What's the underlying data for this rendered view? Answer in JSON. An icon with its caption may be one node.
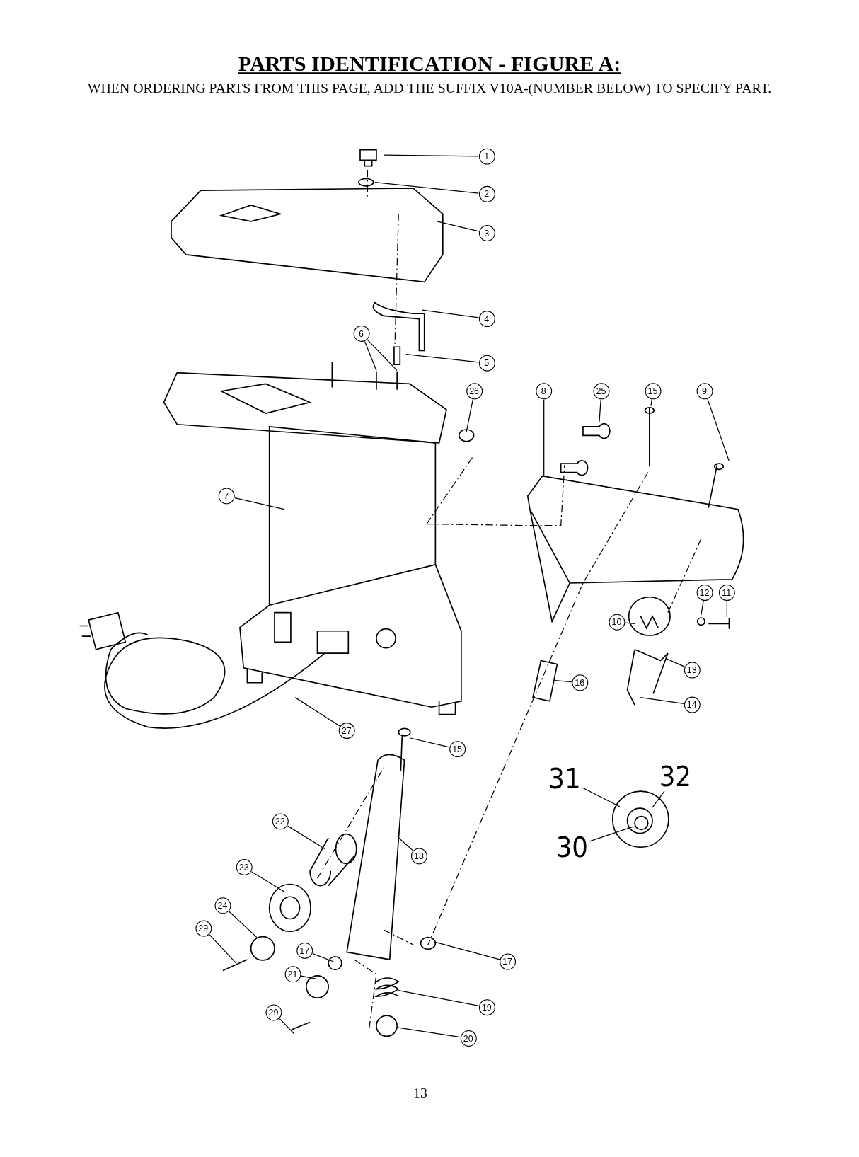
{
  "diagram": {
    "title": "PARTS IDENTIFICATION - FIGURE A:",
    "nodes": [
      {
        "text": [
          "1"
        ]
      },
      {
        "text": [
          "2"
        ]
      },
      {
        "text": [
          "3"
        ]
      },
      {
        "text": [
          "4"
        ]
      },
      {
        "text": [
          "6"
        ]
      },
      {
        "text": [
          "5"
        ]
      },
      {
        "text": [
          "26"
        ]
      },
      {
        "text": [
          "8"
        ]
      },
      {
        "text": [
          "25"
        ]
      },
      {
        "text": [
          "15"
        ]
      },
      {
        "text": [
          "9"
        ]
      },
      {
        "text": [
          "7"
        ]
      },
      {
        "text": [
          "12"
        ]
      },
      {
        "text": [
          "11"
        ]
      },
      {
        "text": [
          "10"
        ]
      },
      {
        "text": [
          "13"
        ]
      },
      {
        "text": [
          "16"
        ]
      },
      {
        "text": [
          "14"
        ]
      },
      {
        "text": [
          "27"
        ]
      },
      {
        "text": [
          "15"
        ]
      },
      {
        "text": [
          "31"
        ]
      },
      {
        "text": [
          "32"
        ]
      },
      {
        "text": [
          "22"
        ]
      },
      {
        "text": [
          "30"
        ]
      },
      {
        "text": [
          "18"
        ]
      },
      {
        "text": [
          "23"
        ]
      },
      {
        "text": [
          "24"
        ]
      },
      {
        "text": [
          "29"
        ]
      },
      {
        "text": [
          "17"
        ]
      },
      {
        "text": [
          "17"
        ]
      },
      {
        "text": [
          "21"
        ]
      },
      {
        "text": [
          "19"
        ]
      },
      {
        "text": [
          "29"
        ]
      },
      {
        "text": [
          "20"
        ]
      }
    ],
    "edges": [
      {
        "from": 0,
        "to": null,
        "arrow": "none"
      },
      {
        "from": 1,
        "to": null,
        "arrow": "none"
      },
      {
        "from": 2,
        "to": null,
        "arrow": "none"
      },
      {
        "from": 3,
        "to": null,
        "arrow": "none"
      },
      {
        "from": 4,
        "to": null,
        "arrow": "none"
      },
      {
        "from": 4,
        "to": null,
        "arrow": "none"
      },
      {
        "from": 5,
        "to": null,
        "arrow": "none"
      },
      {
        "from": 6,
        "to": null,
        "arrow": "none"
      },
      {
        "from": 7,
        "to": null,
        "arrow": "none"
      },
      {
        "from": 8,
        "to": null,
        "arrow": "none"
      },
      {
        "from": 9,
        "to": null,
        "arrow": "none"
      },
      {
        "from": 10,
        "to": null,
        "arrow": "none"
      },
      {
        "from": 11,
        "to": null,
        "arrow": "none"
      },
      {
        "from": 12,
        "to": null,
        "arrow": "none"
      },
      {
        "from": 13,
        "to": null,
        "arrow": "none"
      },
      {
        "from": 14,
        "to": null,
        "arrow": "none"
      },
      {
        "from": 15,
        "to": null,
        "arrow": "none"
      },
      {
        "from": 16,
        "to": null,
        "arrow": "none"
      },
      {
        "from": 17,
        "to": null,
        "arrow": "none"
      },
      {
        "from": 18,
        "to": null,
        "arrow": "none"
      },
      {
        "from": 19,
        "to": null,
        "arrow": "none"
      },
      {
        "from": 20,
        "to": null,
        "arrow": "none"
      },
      {
        "from": 21,
        "to": null,
        "arrow": "none"
      },
      {
        "from": 22,
        "to": null,
        "arrow": "none"
      },
      {
        "from": 23,
        "to": null,
        "arrow": "none"
      },
      {
        "from": 24,
        "to": null,
        "arrow": "none"
      },
      {
        "from": 25,
        "to": null,
        "arrow": "none"
      },
      {
        "from": 26,
        "to": null,
        "arrow": "none"
      },
      {
        "from": 27,
        "to": null,
        "arrow": "none"
      },
      {
        "from": 28,
        "to": null,
        "arrow": "none"
      },
      {
        "from": 29,
        "to": null,
        "arrow": "none"
      },
      {
        "from": 30,
        "to": null,
        "arrow": "none"
      },
      {
        "from": 31,
        "to": null,
        "arrow": "none"
      },
      {
        "from": 32,
        "to": null,
        "arrow": "none"
      },
      {
        "from": 33,
        "to": null,
        "arrow": "none"
      }
    ],
    "labels": [
      "WHEN ORDERING PARTS FROM THIS PAGE, ADD THE SUFFIX V10A-(NUMBER BELOW) TO SPECIFY PART.",
      "13"
    ]
  }
}
